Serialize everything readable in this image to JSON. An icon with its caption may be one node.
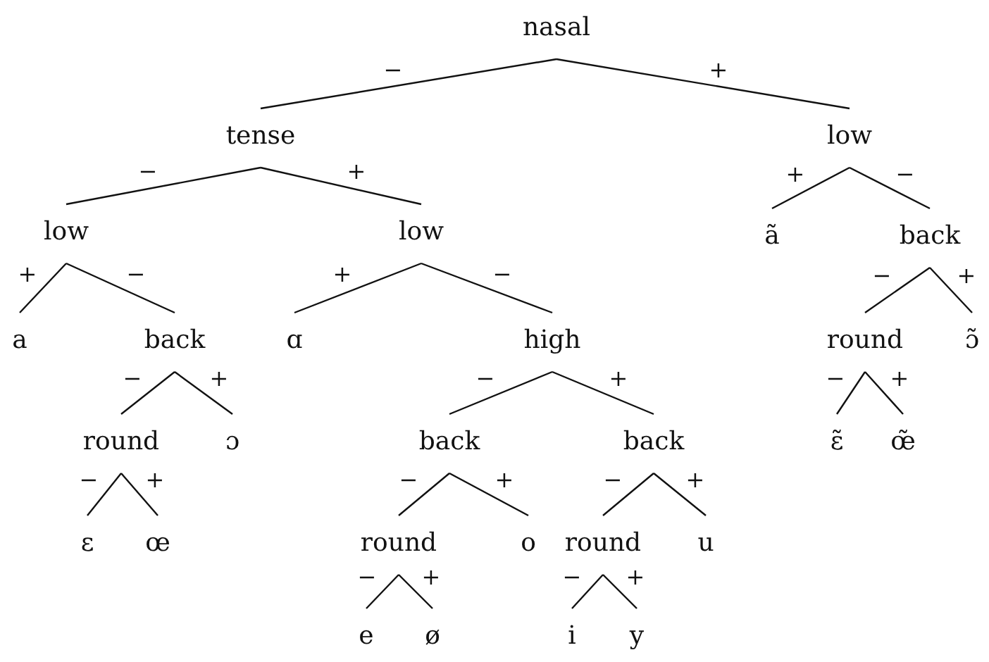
{
  "diagram": {
    "nodes": [
      {
        "text": [
          "nasal"
        ]
      },
      {
        "text": [
          "tense"
        ]
      },
      {
        "text": [
          "low"
        ]
      },
      {
        "text": [
          "low"
        ]
      },
      {
        "text": [
          "low"
        ]
      },
      {
        "text": [
          "ã"
        ]
      },
      {
        "text": [
          "back"
        ]
      },
      {
        "text": [
          "a"
        ]
      },
      {
        "text": [
          "back"
        ]
      },
      {
        "text": [
          "ɑ"
        ]
      },
      {
        "text": [
          "high"
        ]
      },
      {
        "text": [
          "round"
        ]
      },
      {
        "text": [
          "ɔ̃"
        ]
      },
      {
        "text": [
          "round"
        ]
      },
      {
        "text": [
          "ɔ"
        ]
      },
      {
        "text": [
          "back"
        ]
      },
      {
        "text": [
          "back"
        ]
      },
      {
        "text": [
          "ɛ̃"
        ]
      },
      {
        "text": [
          "œ̃"
        ]
      },
      {
        "text": [
          "ɛ"
        ]
      },
      {
        "text": [
          "œ"
        ]
      },
      {
        "text": [
          "round"
        ]
      },
      {
        "text": [
          "o"
        ]
      },
      {
        "text": [
          "round"
        ]
      },
      {
        "text": [
          "u"
        ]
      },
      {
        "text": [
          "e"
        ]
      },
      {
        "text": [
          "ø"
        ]
      },
      {
        "text": [
          "i"
        ]
      },
      {
        "text": [
          "y"
        ]
      }
    ],
    "edges": [
      {
        "from": 0,
        "to": 1,
        "arrow": "none",
        "label": "−"
      },
      {
        "from": 0,
        "to": 2,
        "arrow": "none",
        "label": "+"
      },
      {
        "from": 1,
        "to": 3,
        "arrow": "none",
        "label": "−"
      },
      {
        "from": 1,
        "to": 4,
        "arrow": "none",
        "label": "+"
      },
      {
        "from": 2,
        "to": 5,
        "arrow": "none",
        "label": "+"
      },
      {
        "from": 2,
        "to": 6,
        "arrow": "none",
        "label": "−"
      },
      {
        "from": 3,
        "to": 7,
        "arrow": "none",
        "label": "+"
      },
      {
        "from": 3,
        "to": 8,
        "arrow": "none",
        "label": "−"
      },
      {
        "from": 4,
        "to": 9,
        "arrow": "none",
        "label": "+"
      },
      {
        "from": 4,
        "to": 10,
        "arrow": "none",
        "label": "−"
      },
      {
        "from": 6,
        "to": 11,
        "arrow": "none",
        "label": "−"
      },
      {
        "from": 6,
        "to": 12,
        "arrow": "none",
        "label": "+"
      },
      {
        "from": 8,
        "to": 13,
        "arrow": "none",
        "label": "−"
      },
      {
        "from": 8,
        "to": 14,
        "arrow": "none",
        "label": "+"
      },
      {
        "from": 10,
        "to": 15,
        "arrow": "none",
        "label": "−"
      },
      {
        "from": 10,
        "to": 16,
        "arrow": "none",
        "label": "+"
      },
      {
        "from": 11,
        "to": 17,
        "arrow": "none",
        "label": "−"
      },
      {
        "from": 11,
        "to": 18,
        "arrow": "none",
        "label": "+"
      },
      {
        "from": 13,
        "to": 19,
        "arrow": "none",
        "label": "−"
      },
      {
        "from": 13,
        "to": 20,
        "arrow": "none",
        "label": "+"
      },
      {
        "from": 15,
        "to": 21,
        "arrow": "none",
        "label": "−"
      },
      {
        "from": 15,
        "to": 22,
        "arrow": "none",
        "label": "+"
      },
      {
        "from": 16,
        "to": 23,
        "arrow": "none",
        "label": "−"
      },
      {
        "from": 16,
        "to": 24,
        "arrow": "none",
        "label": "+"
      },
      {
        "from": 21,
        "to": 25,
        "arrow": "none",
        "label": "−"
      },
      {
        "from": 21,
        "to": 26,
        "arrow": "none",
        "label": "+"
      },
      {
        "from": 23,
        "to": 27,
        "arrow": "none",
        "label": "−"
      },
      {
        "from": 23,
        "to": 28,
        "arrow": "none",
        "label": "+"
      }
    ]
  }
}
